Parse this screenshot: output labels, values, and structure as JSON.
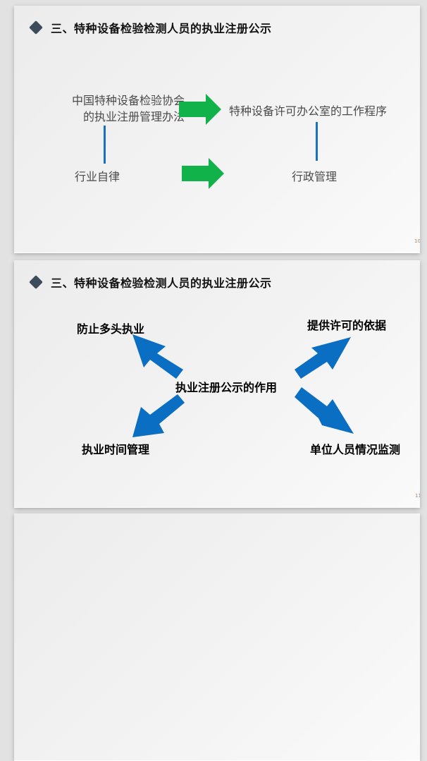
{
  "slides": [
    {
      "title": "三、特种设备检验检测人员的执业注册公示",
      "page_number": "10",
      "left_top_line1": "中国特种设备检验协会",
      "left_top_line2": "的执业注册管理办法",
      "right_top": "特种设备许可办公室的工作程序",
      "left_bottom": "行业自律",
      "right_bottom": "行政管理",
      "arrow_color": "#12b24a",
      "line_color": "#1a6fc1"
    },
    {
      "title": "三、特种设备检验检测人员的执业注册公示",
      "page_number": "11",
      "center": "执业注册公示的作用",
      "top_left": "防止多头执业",
      "top_right": "提供许可的依据",
      "bottom_left": "执业时间管理",
      "bottom_right": "单位人员情况监测",
      "arrow_color": "#0a6fc2"
    }
  ]
}
